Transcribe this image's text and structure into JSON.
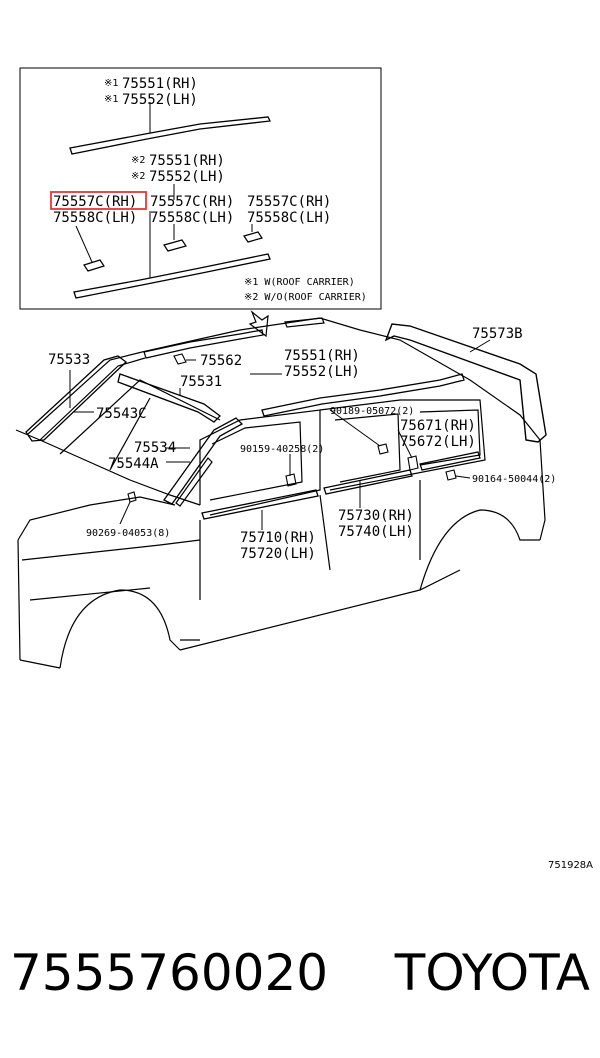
{
  "inset": {
    "note_1_prefix": "※1",
    "note_2_prefix": "※2",
    "top_rail_rh": "75551(RH)",
    "top_rail_lh": "75552(LH)",
    "mid_rail_rh": "75551(RH)",
    "mid_rail_lh": "75552(LH)",
    "left_cover_rh": "75557C(RH)",
    "left_cover_lh": "75558C(LH)",
    "center_cover_rh": "75557C(RH)",
    "center_cover_lh": "75558C(LH)",
    "right_cover_rh": "75557C(RH)",
    "right_cover_lh": "75558C(LH)",
    "legend_1": "※1 W(ROOF CARRIER)",
    "legend_2": "※2 W/O(ROOF CARRIER)"
  },
  "highlight_color": "#e0393e",
  "labels": {
    "p75573B": "75573B",
    "p75533": "75533",
    "p75562": "75562",
    "p75551_rh": "75551(RH)",
    "p75552_lh": "75552(LH)",
    "p75531": "75531",
    "p75543C": "75543C",
    "p90189": "90189-05072(2)",
    "p75671_rh": "75671(RH)",
    "p75672_lh": "75672(LH)",
    "p75534": "75534",
    "p75544A": "75544A",
    "p90159": "90159-40258(2)",
    "p90164": "90164-50044(2)",
    "p75730_rh": "75730(RH)",
    "p75740_lh": "75740(LH)",
    "p90269": "90269-04053(8)",
    "p75710_rh": "75710(RH)",
    "p75720_lh": "75720(LH)"
  },
  "figure_ref": "751928A",
  "footer": {
    "part_number": "7555760020",
    "brand": "TOYOTA"
  }
}
